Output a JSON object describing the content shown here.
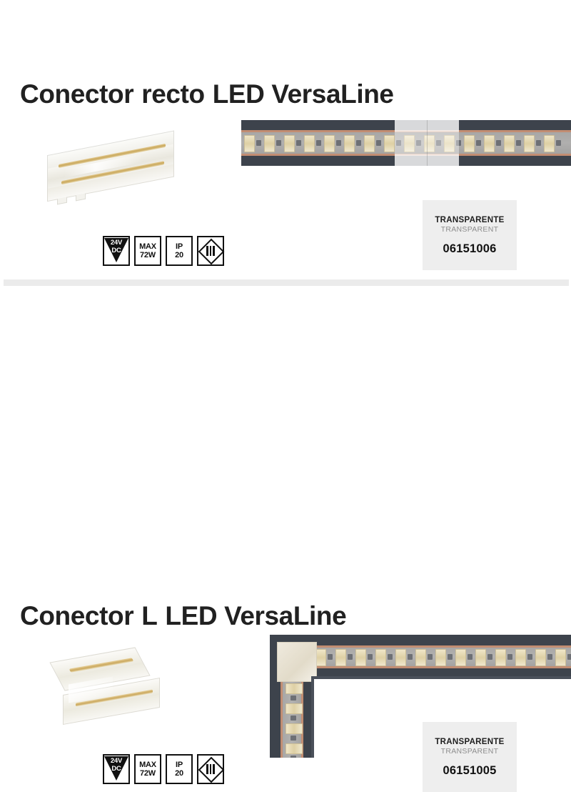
{
  "page": {
    "divider": "section-divider"
  },
  "products": [
    {
      "title": {
        "prefix": "Conector",
        "variant": "recto",
        "suffix": "LED VersaLine"
      },
      "photo_alt": "straight-connector",
      "strip_alt": "led-strip-straight-with-connector",
      "badges": [
        {
          "type": "voltage",
          "line1": "24V",
          "line2": "DC"
        },
        {
          "type": "text",
          "line1": "MAX",
          "line2": "72W"
        },
        {
          "type": "text",
          "line1": "IP",
          "line2": "20"
        },
        {
          "type": "class",
          "line1": "III",
          "line2": ""
        }
      ],
      "card": {
        "name_es": "TRANSPARENTE",
        "name_en": "TRANSPARENT",
        "code": "06151006"
      }
    },
    {
      "title": {
        "prefix": "Conector",
        "variant": "L",
        "suffix": "LED VersaLine"
      },
      "photo_alt": "l-corner-connector",
      "strip_alt": "led-strip-corner-with-connector",
      "badges": [
        {
          "type": "voltage",
          "line1": "24V",
          "line2": "DC"
        },
        {
          "type": "text",
          "line1": "MAX",
          "line2": "72W"
        },
        {
          "type": "text",
          "line1": "IP",
          "line2": "20"
        },
        {
          "type": "class",
          "line1": "III",
          "line2": ""
        }
      ],
      "card": {
        "name_es": "TRANSPARENTE",
        "name_en": "TRANSPARENT",
        "code": "06151005"
      }
    }
  ],
  "colors": {
    "text": "#212121",
    "card_background": "#eeeeee",
    "divider": "#ebebeb",
    "strip_housing": "#3d434c",
    "strip_copper": "#c28d72",
    "strip_pcb": "#b0afae",
    "led_chip": "#ded0a4",
    "badge_border": "#111111"
  }
}
